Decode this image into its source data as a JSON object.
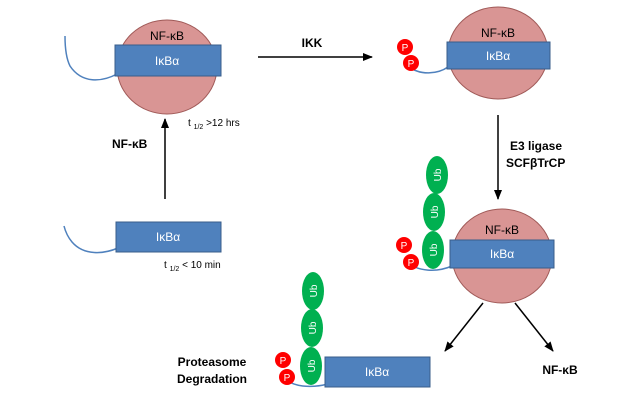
{
  "colors": {
    "nfkb_fill": "#d99594",
    "nfkb_stroke": "#a05a58",
    "ikba_fill": "#4f81bd",
    "ikba_stroke": "#385d8a",
    "tail": "#4f81bd",
    "phospho": "#ff0000",
    "ubiquitin": "#00b050",
    "arrow": "#000000"
  },
  "labels": {
    "nfkb": "NF-κB",
    "ikba": "IκBα",
    "ikk": "IKK",
    "nfkb_side": "NF-κB",
    "e3_line1": "E3 ligase",
    "e3_line2": "SCFβTrCP",
    "half_life_bound_t": "t",
    "half_life_sub": "1/2",
    "half_life_bound_val": " >12 hrs",
    "half_life_free_t": "t",
    "half_life_free_val": " < 10 min",
    "proteasome_line1": "Proteasome",
    "proteasome_line2": "Degradation",
    "nfkb_released": "NF-κB",
    "phospho_mark": "P",
    "ubiquitin_mark": "Ub"
  }
}
